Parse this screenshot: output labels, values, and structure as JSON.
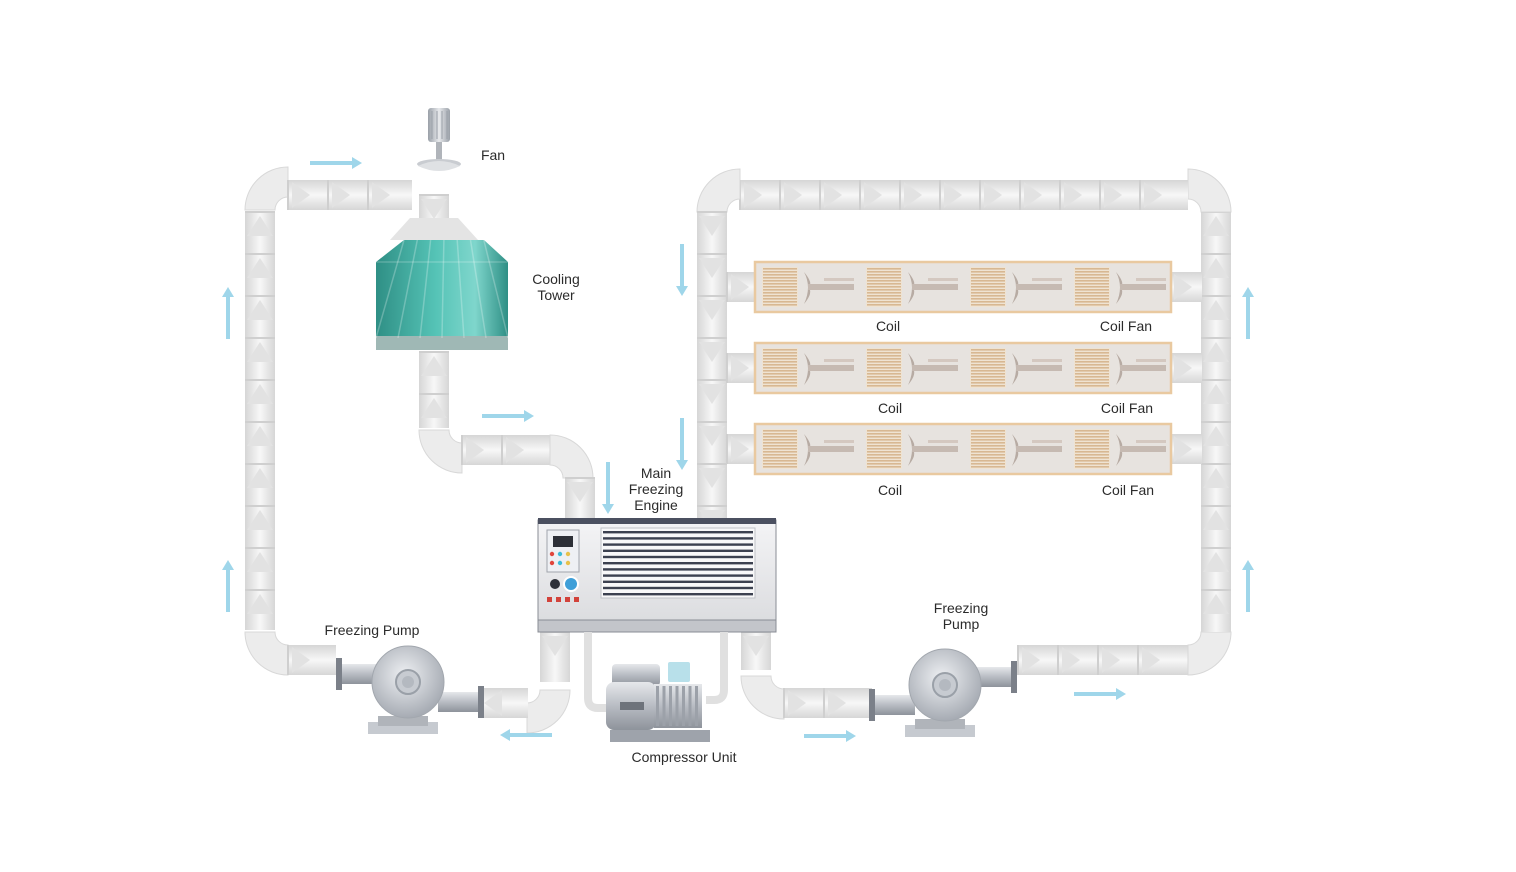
{
  "labels": {
    "fan": "Fan",
    "cooling_tower": "Cooling\nTower",
    "main_engine": "Main\nFreezing\nEngine",
    "compressor": "Compressor Unit",
    "pump_left": "Freezing Pump",
    "pump_right": "Freezing\nPump",
    "coil_rows": [
      {
        "coil": "Coil",
        "coil_fan": "Coil Fan"
      },
      {
        "coil": "Coil",
        "coil_fan": "Coil Fan"
      },
      {
        "coil": "Coil",
        "coil_fan": "Coil Fan"
      }
    ]
  },
  "colors": {
    "pipe": "#eeeeee",
    "pipe_edge": "#cfcfcf",
    "flow_arrow": "#9fd6ea",
    "tower": "#3aa89c",
    "coil_frame": "#e9c9a0",
    "coil_fill": "#e7e3df",
    "fin": "#d8b892",
    "metal": "#c4c8cf"
  },
  "icons": [
    "fan-icon",
    "cooling-tower-icon",
    "freezing-engine-icon",
    "compressor-icon",
    "pump-icon",
    "coil-fan-icon",
    "flow-arrow-icon"
  ]
}
